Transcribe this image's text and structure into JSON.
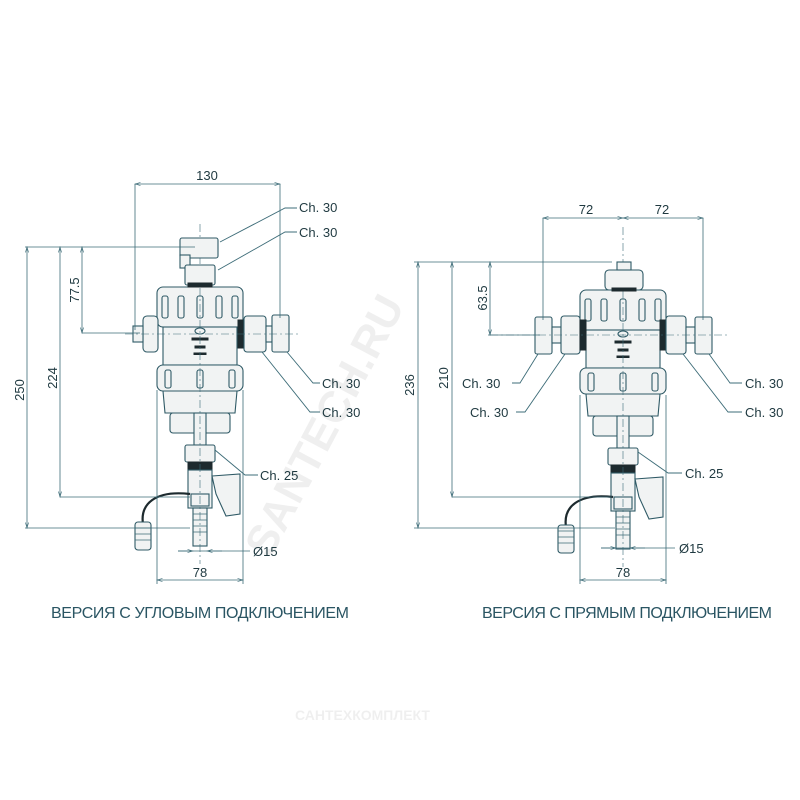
{
  "watermark": {
    "site": "SANTECH.RU",
    "logo": "САНТЕХКОМПЛЕКТ"
  },
  "colors": {
    "line": "#2f5a66",
    "text": "#1f3940",
    "caption": "#2a5563"
  },
  "angled": {
    "caption": "ВЕРСИЯ С УГЛОВЫМ ПОДКЛЮЧЕНИЕМ",
    "width_top": "130",
    "height_total": "250",
    "height_to_drain": "224",
    "height_to_port": "77.5",
    "ch_vent": "Ch. 30",
    "ch_nut": "Ch. 30",
    "ch_port_fitting": "Ch. 30",
    "ch_port_nut": "Ch. 30",
    "ch_drain": "Ch. 25",
    "hose_diameter": "Ø15",
    "width_bottom": "78"
  },
  "straight": {
    "caption": "ВЕРСИЯ С ПРЯМЫМ ПОДКЛЮЧЕНИЕМ",
    "width_left": "72",
    "width_right": "72",
    "height_total": "236",
    "height_to_drain": "210",
    "height_to_port": "63.5",
    "ch_left_fitting": "Ch. 30",
    "ch_left_nut": "Ch. 30",
    "ch_right_fitting": "Ch. 30",
    "ch_right_nut": "Ch. 30",
    "ch_drain": "Ch. 25",
    "hose_diameter": "Ø15",
    "width_bottom": "78"
  }
}
